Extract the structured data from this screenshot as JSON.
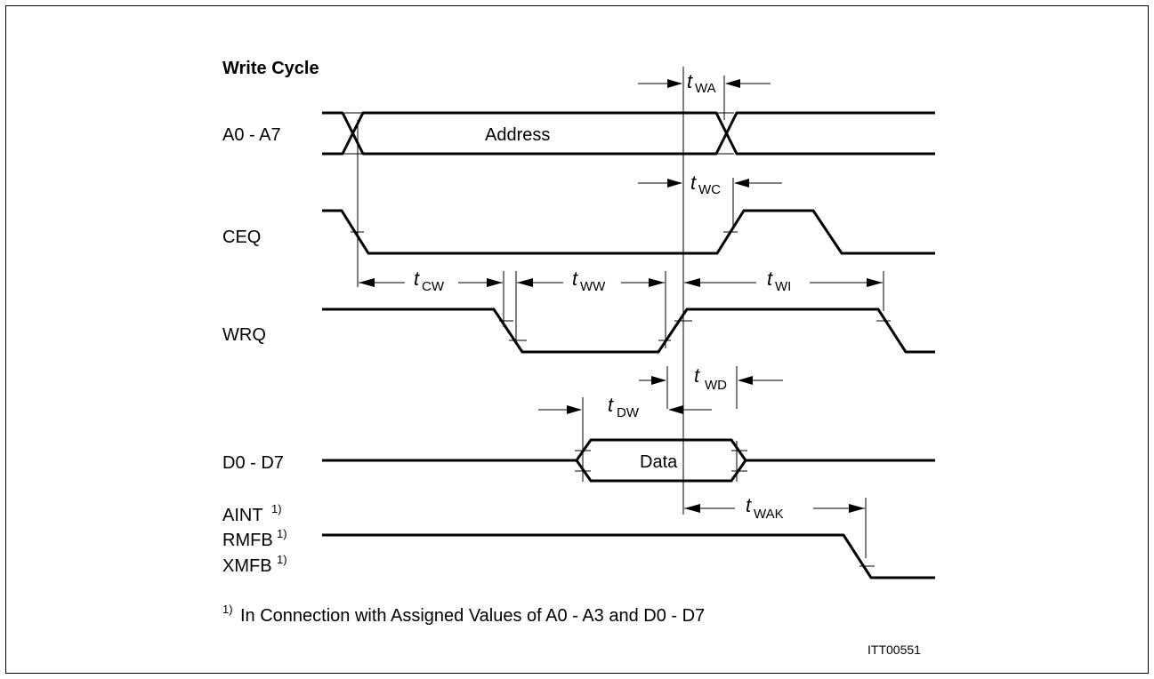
{
  "title": "Write Cycle",
  "signals": {
    "addr": "A0 - A7",
    "ceq": "CEQ",
    "wrq": "WRQ",
    "data": "D0 - D7",
    "aint": "AINT",
    "rmfb": "RMFB",
    "xmfb": "XMFB",
    "footnote_mark": "1)"
  },
  "bus_labels": {
    "address": "Address",
    "data": "Data"
  },
  "timings": {
    "twa": {
      "t": "t",
      "sub": "WA"
    },
    "twc": {
      "t": "t",
      "sub": "WC"
    },
    "tcw": {
      "t": "t",
      "sub": "CW"
    },
    "tww": {
      "t": "t",
      "sub": "WW"
    },
    "twi": {
      "t": "t",
      "sub": "WI"
    },
    "twd": {
      "t": "t",
      "sub": "WD"
    },
    "tdw": {
      "t": "t",
      "sub": "DW"
    },
    "twak": {
      "t": "t",
      "sub": "WAK"
    }
  },
  "footnote": {
    "mark": "1)",
    "text": "In Connection with Assigned Values of  A0 - A3 and D0 - D7"
  },
  "figure_id": "ITT00551"
}
